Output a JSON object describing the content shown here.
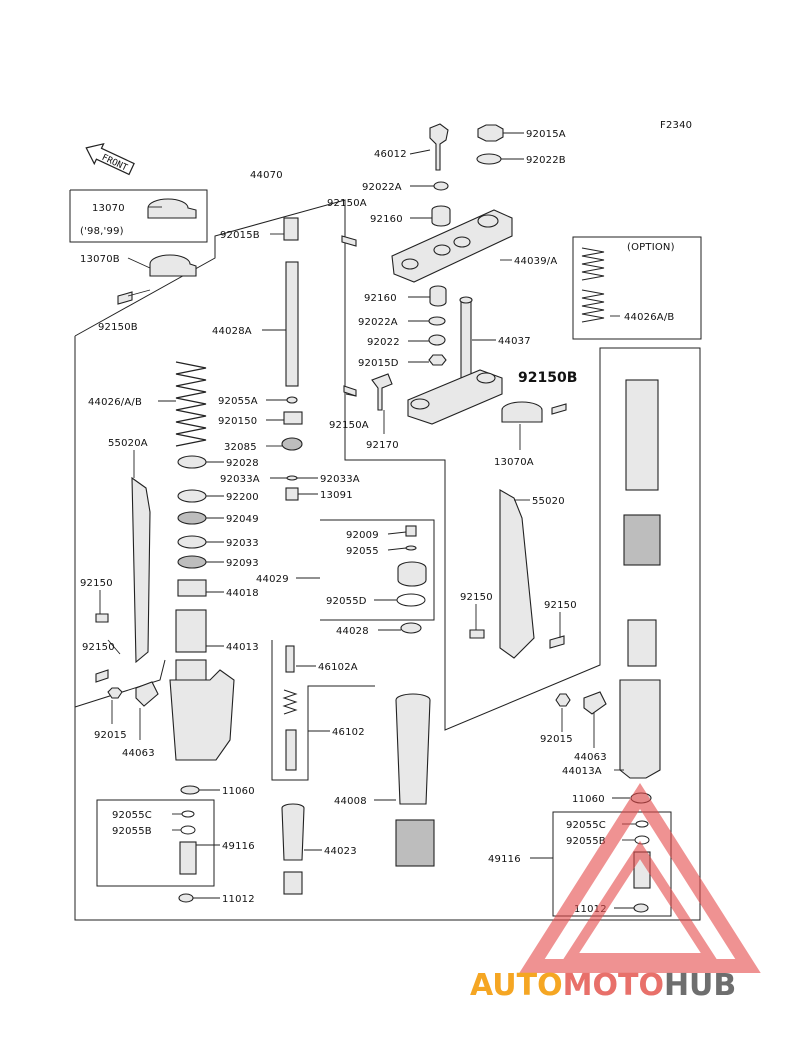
{
  "diagram": {
    "figure_code": "F2340",
    "front_arrow_label": "FRONT",
    "option_label": "(OPTION)",
    "year_note": "('98,'99)",
    "labels": {
      "p92015A": "92015A",
      "p46012": "46012",
      "p92022B": "92022B",
      "p92022A_top": "92022A",
      "p92150A_top": "92150A",
      "p92160_top": "92160",
      "p44039A": "44039/A",
      "p44070": "44070",
      "p13070": "13070",
      "p13070B": "13070B",
      "p92150B_left": "92150B",
      "p92015B": "92015B",
      "p44028A": "44028A",
      "p92160_mid": "92160",
      "p92022A_mid": "92022A",
      "p92022": "92022",
      "p44037": "44037",
      "p92015D": "92015D",
      "p92150B_right": "92150B",
      "p92150A_mid": "92150A",
      "p92170": "92170",
      "p13070A": "13070A",
      "p44026AB_opt": "44026A/B",
      "p44026AB_left": "44026/A/B",
      "p92055A": "92055A",
      "p920150": "920150",
      "p32085": "32085",
      "p92028": "92028",
      "p92033A_l": "92033A",
      "p92033A_r": "92033A",
      "p13091": "13091",
      "p92200": "92200",
      "p92049": "92049",
      "p92033": "92033",
      "p92093": "92093",
      "p44018": "44018",
      "p44013": "44013",
      "p55020A": "55020A",
      "p92150_l1": "92150",
      "p92150_l2": "92150",
      "p92015_l": "92015",
      "p44063_l": "44063",
      "p11060_l": "11060",
      "p92009": "92009",
      "p92055": "92055",
      "p44029": "44029",
      "p92055D": "92055D",
      "p44028": "44028",
      "p46102A": "46102A",
      "p46102": "46102",
      "p44008": "44008",
      "p44023": "44023",
      "p92055C_l": "92055C",
      "p92055B_l": "92055B",
      "p49116_l": "49116",
      "p11012_l": "11012",
      "p55020": "55020",
      "p92150_r1": "92150",
      "p92150_r2": "92150",
      "p92015_r": "92015",
      "p44063_r": "44063",
      "p44013A": "44013A",
      "p11060_r": "11060",
      "p92055C_r": "92055C",
      "p92055B_r": "92055B",
      "p49116_r": "49116",
      "p11012_r": "11012"
    }
  },
  "watermark": {
    "part1": "AUTO",
    "part2": "MOTO",
    "part3": "HUB",
    "color1": "#f5a623",
    "color2": "#e8706a",
    "color3": "#6e6e6e",
    "triangle_color": "#e54b4b"
  }
}
